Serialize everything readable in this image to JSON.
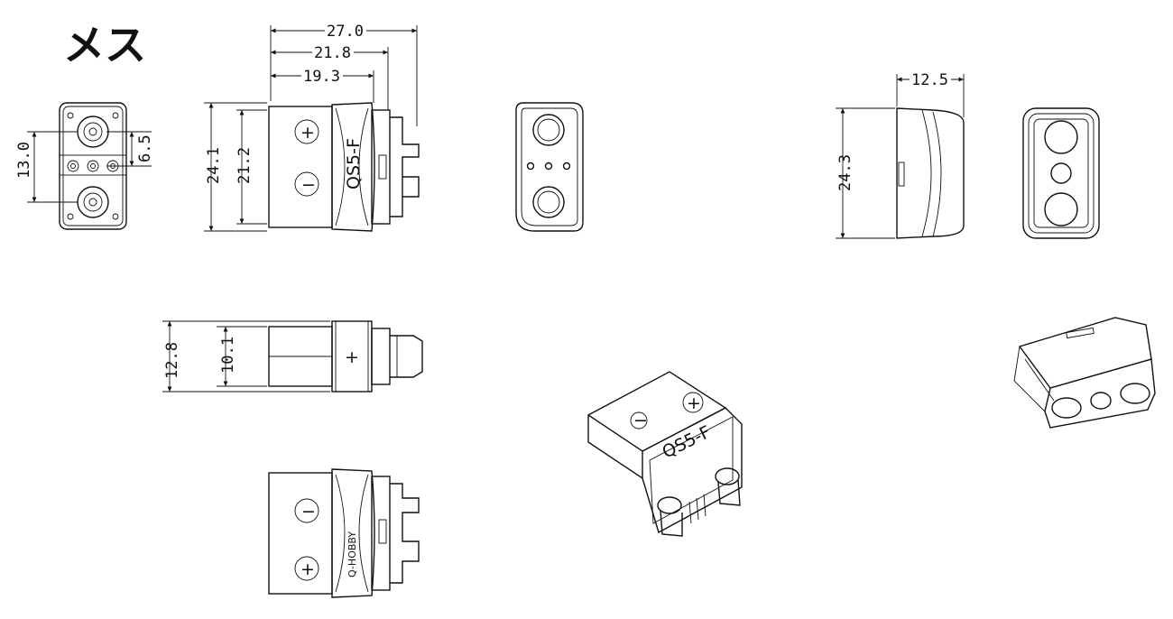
{
  "title": "メス",
  "dimensions": {
    "length_total": "27.0",
    "length_mid": "21.8",
    "length_body": "19.3",
    "height_outer": "24.1",
    "height_inner": "21.2",
    "front_pitch": "13.0",
    "front_signal": "6.5",
    "side_width_outer": "12.8",
    "side_width_inner": "10.1",
    "cap_length": "12.5",
    "cap_height": "24.3"
  },
  "labels": {
    "model": "QS5-F",
    "plus": "+",
    "minus": "−",
    "brand": "Q-HOBBY"
  }
}
